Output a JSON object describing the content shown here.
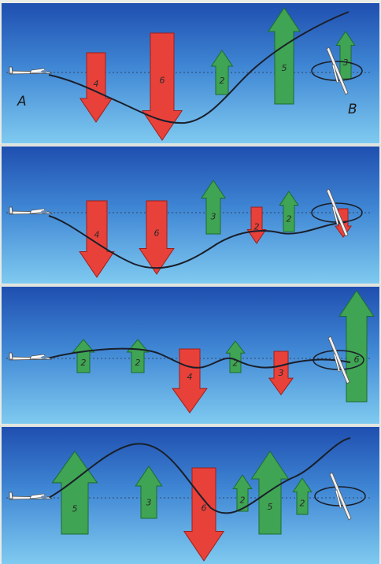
{
  "colors": {
    "lift": "#3fa453",
    "lift_stroke": "#1e6b30",
    "sink": "#e8413a",
    "sink_stroke": "#9c2019",
    "sky_top": "#1f4fb0",
    "sky_bottom": "#7fcaf0",
    "path": "#1a1f2a",
    "reference_line": "#2b3a55"
  },
  "points": {
    "start": "A",
    "end": "B"
  },
  "panels": [
    {
      "arrows": [
        {
          "kind": "sink",
          "strength": "4"
        },
        {
          "kind": "sink",
          "strength": "6"
        },
        {
          "kind": "lift",
          "strength": "2"
        },
        {
          "kind": "lift",
          "strength": "5"
        },
        {
          "kind": "lift",
          "strength": "3"
        }
      ]
    },
    {
      "arrows": [
        {
          "kind": "sink",
          "strength": "4"
        },
        {
          "kind": "sink",
          "strength": "6"
        },
        {
          "kind": "lift",
          "strength": "3"
        },
        {
          "kind": "sink",
          "strength": "2"
        },
        {
          "kind": "lift",
          "strength": "2"
        },
        {
          "kind": "sink",
          "strength": ""
        }
      ]
    },
    {
      "arrows": [
        {
          "kind": "lift",
          "strength": "2"
        },
        {
          "kind": "lift",
          "strength": "2"
        },
        {
          "kind": "sink",
          "strength": "4"
        },
        {
          "kind": "lift",
          "strength": "2"
        },
        {
          "kind": "sink",
          "strength": "3"
        },
        {
          "kind": "lift",
          "strength": "6"
        }
      ]
    },
    {
      "arrows": [
        {
          "kind": "lift",
          "strength": "5"
        },
        {
          "kind": "lift",
          "strength": "3"
        },
        {
          "kind": "sink",
          "strength": "6"
        },
        {
          "kind": "lift",
          "strength": "2"
        },
        {
          "kind": "lift",
          "strength": "5"
        },
        {
          "kind": "lift",
          "strength": "2"
        }
      ]
    }
  ]
}
